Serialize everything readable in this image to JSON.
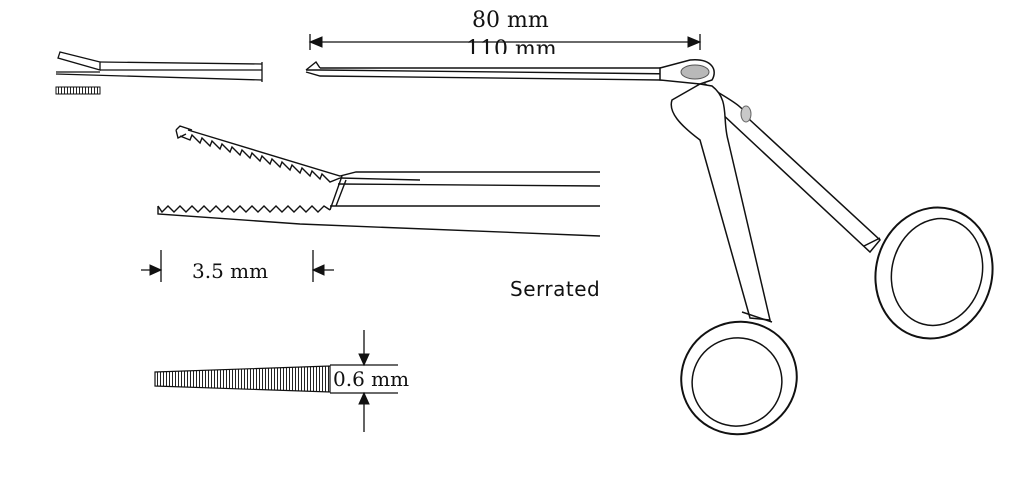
{
  "labels": {
    "length_short": "80 mm",
    "length_long": "110 mm",
    "jaw_length": "3.5 mm",
    "jaw_width": "0.6 mm",
    "jaw_type": "Serrated"
  }
}
